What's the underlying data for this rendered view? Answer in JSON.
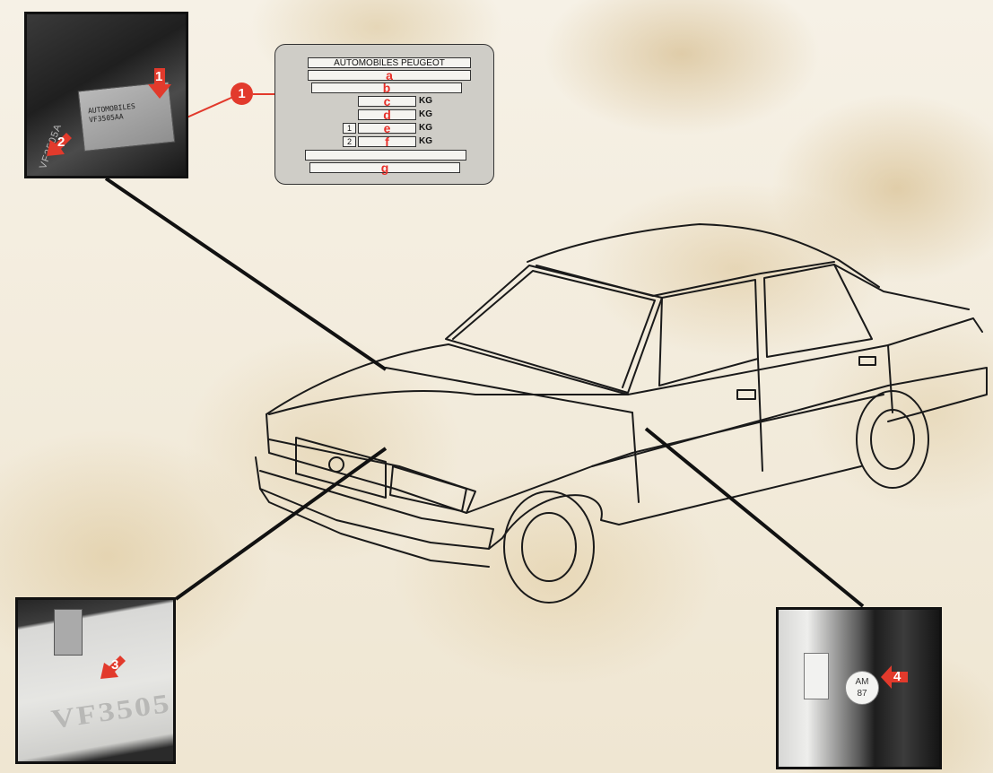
{
  "plate": {
    "title": "AUTOMOBILES   PEUGEOT",
    "fields": [
      "a",
      "b",
      "c",
      "d",
      "e",
      "f",
      "g"
    ],
    "unit": "KG",
    "axle_numbers": [
      "1",
      "2"
    ],
    "callout": "1"
  },
  "insets": {
    "top_left": {
      "markers": [
        "1",
        "2"
      ]
    },
    "bottom_left": {
      "marker": "3"
    },
    "bottom_right": {
      "marker": "4",
      "badge_line1": "AM",
      "badge_line2": "87"
    }
  },
  "colors": {
    "accent_red": "#e23a2c",
    "plate_grey": "#cfcdc7",
    "ink": "#111111"
  }
}
